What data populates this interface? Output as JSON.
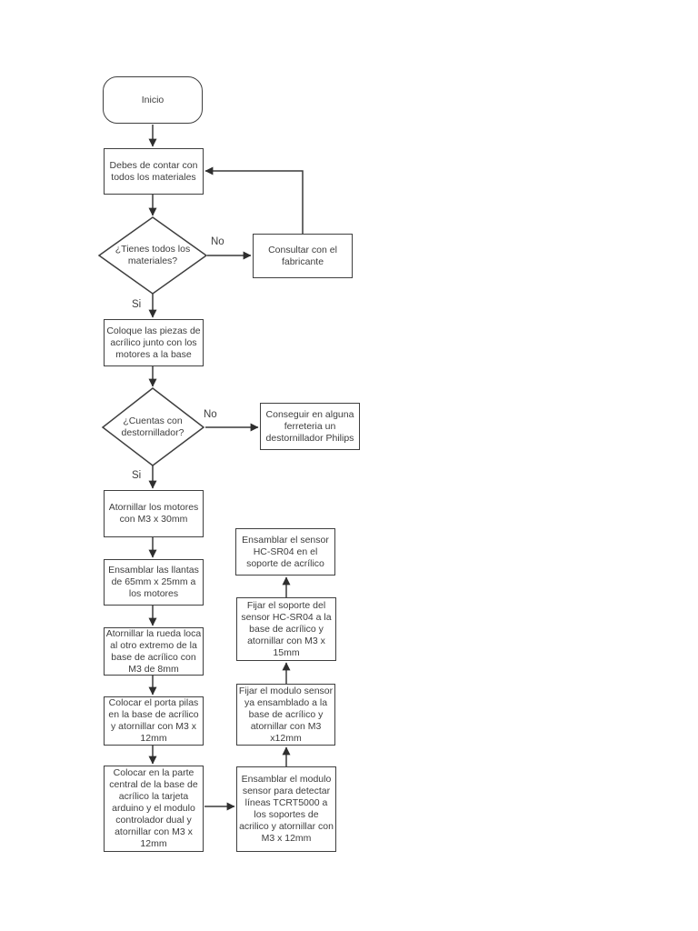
{
  "flowchart": {
    "nodes": {
      "inicio": "Inicio",
      "contar_materiales": "Debes de contar con todos los materiales",
      "decision_materiales": "¿Tienes todos los materiales?",
      "consultar_fabricante": "Consultar con el fabricante",
      "colocar_piezas": "Coloque las piezas de acrílico junto con los motores a la base",
      "decision_destornillador": "¿Cuentas con destornillador?",
      "conseguir_destornillador": "Conseguir en alguna ferreteria un destornillador Philips",
      "atornillar_motores": "Atornillar los motores con M3 x 30mm",
      "ensamblar_llantas": "Ensamblar las llantas de 65mm x 25mm a los motores",
      "atornillar_rueda": "Atornillar la rueda loca al otro extremo de la base de acrílico con M3 de 8mm",
      "colocar_porta_pilas": "Colocar el porta pilas en la base de acrílico y atornillar con M3 x 12mm",
      "colocar_tarjeta": "Colocar en la parte central de la base de acrílico la tarjeta arduino y el modulo controlador dual y atornillar con M3 x 12mm",
      "ensamblar_sensor_hcsr04": "Ensamblar el sensor HC-SR04 en el soporte de acrílico",
      "fijar_soporte_sensor": "Fijar el soporte del sensor HC-SR04 a la base de acrílico y atornillar con M3 x 15mm",
      "fijar_modulo_sensor": "Fijar el modulo sensor ya ensamblado a la base de acrílico y atornillar con M3 x12mm",
      "ensamblar_modulo_sensor": "Ensamblar el modulo sensor para detectar líneas TCRT5000 a los soportes de acrilico y atornillar con M3 x 12mm"
    },
    "edge_labels": {
      "no_materiales": "No",
      "si_materiales": "Si",
      "no_destornillador": "No",
      "si_destornillador": "Si"
    },
    "colors": {
      "line": "#3a3a3a",
      "border": "#3f3f3f",
      "text": "#3d3d3d",
      "background": "#ffffff"
    }
  }
}
